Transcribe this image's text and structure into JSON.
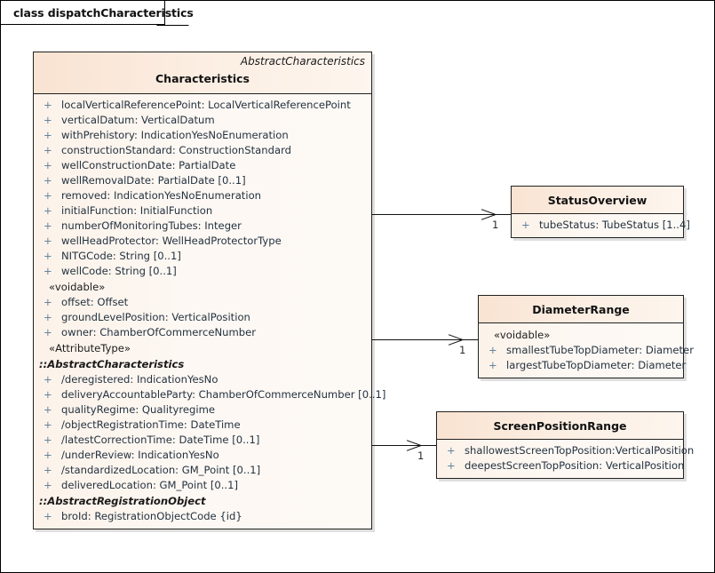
{
  "diagram": {
    "title": "class dispatchCharacteristics",
    "colors": {
      "header_fill": "#f9e3d2",
      "body_fill": "#fdf7f2",
      "border": "#23211f",
      "attribute_text": "#243240",
      "visibility_marker": "#64839c"
    }
  },
  "main_class": {
    "parent": "AbstractCharacteristics",
    "name": "Characteristics",
    "rows": [
      {
        "kind": "attr",
        "vis": "+",
        "text": "localVerticalReferencePoint: LocalVerticalReferencePoint"
      },
      {
        "kind": "attr",
        "vis": "+",
        "text": "verticalDatum: VerticalDatum"
      },
      {
        "kind": "attr",
        "vis": "+",
        "text": "withPrehistory: IndicationYesNoEnumeration"
      },
      {
        "kind": "attr",
        "vis": "+",
        "text": "constructionStandard: ConstructionStandard"
      },
      {
        "kind": "attr",
        "vis": "+",
        "text": "wellConstructionDate: PartialDate"
      },
      {
        "kind": "attr",
        "vis": "+",
        "text": "wellRemovalDate: PartialDate [0..1]"
      },
      {
        "kind": "attr",
        "vis": "+",
        "text": "removed: IndicationYesNoEnumeration"
      },
      {
        "kind": "attr",
        "vis": "+",
        "text": "initialFunction: InitialFunction"
      },
      {
        "kind": "attr",
        "vis": "+",
        "text": "numberOfMonitoringTubes: Integer"
      },
      {
        "kind": "attr",
        "vis": "+",
        "text": "wellHeadProtector: WellHeadProtectorType"
      },
      {
        "kind": "attr",
        "vis": "+",
        "text": "NITGCode: String [0..1]"
      },
      {
        "kind": "attr",
        "vis": "+",
        "text": "wellCode: String [0..1]"
      },
      {
        "kind": "stereo",
        "text": "«voidable»"
      },
      {
        "kind": "attr",
        "vis": "+",
        "text": "offset: Offset"
      },
      {
        "kind": "attr",
        "vis": "+",
        "text": "groundLevelPosition: VerticalPosition"
      },
      {
        "kind": "attr",
        "vis": "+",
        "text": "owner: ChamberOfCommerceNumber"
      },
      {
        "kind": "stereo",
        "text": "«AttributeType»"
      },
      {
        "kind": "section",
        "text": "::AbstractCharacteristics"
      },
      {
        "kind": "attr",
        "vis": "+",
        "text": "/deregistered: IndicationYesNo"
      },
      {
        "kind": "attr",
        "vis": "+",
        "text": "deliveryAccountableParty: ChamberOfCommerceNumber [0..1]"
      },
      {
        "kind": "attr",
        "vis": "+",
        "text": "qualityRegime: Qualityregime"
      },
      {
        "kind": "attr",
        "vis": "+",
        "text": "/objectRegistrationTime: DateTime"
      },
      {
        "kind": "attr",
        "vis": "+",
        "text": "/latestCorrectionTime: DateTime [0..1]"
      },
      {
        "kind": "attr",
        "vis": "+",
        "text": "/underReview: IndicationYesNo"
      },
      {
        "kind": "attr",
        "vis": "+",
        "text": "/standardizedLocation: GM_Point [0..1]"
      },
      {
        "kind": "attr",
        "vis": "+",
        "text": "deliveredLocation: GM_Point [0..1]"
      },
      {
        "kind": "section",
        "text": "::AbstractRegistrationObject"
      },
      {
        "kind": "attr",
        "vis": "+",
        "text": "broId: RegistrationObjectCode {id}"
      }
    ]
  },
  "related_classes": [
    {
      "name": "StatusOverview",
      "rows": [
        {
          "kind": "attr",
          "vis": "+",
          "text": "tubeStatus: TubeStatus [1..4]"
        }
      ]
    },
    {
      "name": "DiameterRange",
      "rows": [
        {
          "kind": "stereo",
          "text": "«voidable»"
        },
        {
          "kind": "attr",
          "vis": "+",
          "text": "smallestTubeTopDiameter: Diameter"
        },
        {
          "kind": "attr",
          "vis": "+",
          "text": "largestTubeTopDiameter: Diameter"
        }
      ]
    },
    {
      "name": "ScreenPositionRange",
      "rows": [
        {
          "kind": "attr",
          "vis": "+",
          "text": "shallowestScreenTopPosition:VerticalPosition"
        },
        {
          "kind": "attr",
          "vis": "+",
          "text": "deepestScreenTopPosition: VerticalPosition"
        }
      ]
    }
  ],
  "connectors": [
    {
      "multiplicity": "1"
    },
    {
      "multiplicity": "1"
    },
    {
      "multiplicity": "1"
    }
  ]
}
